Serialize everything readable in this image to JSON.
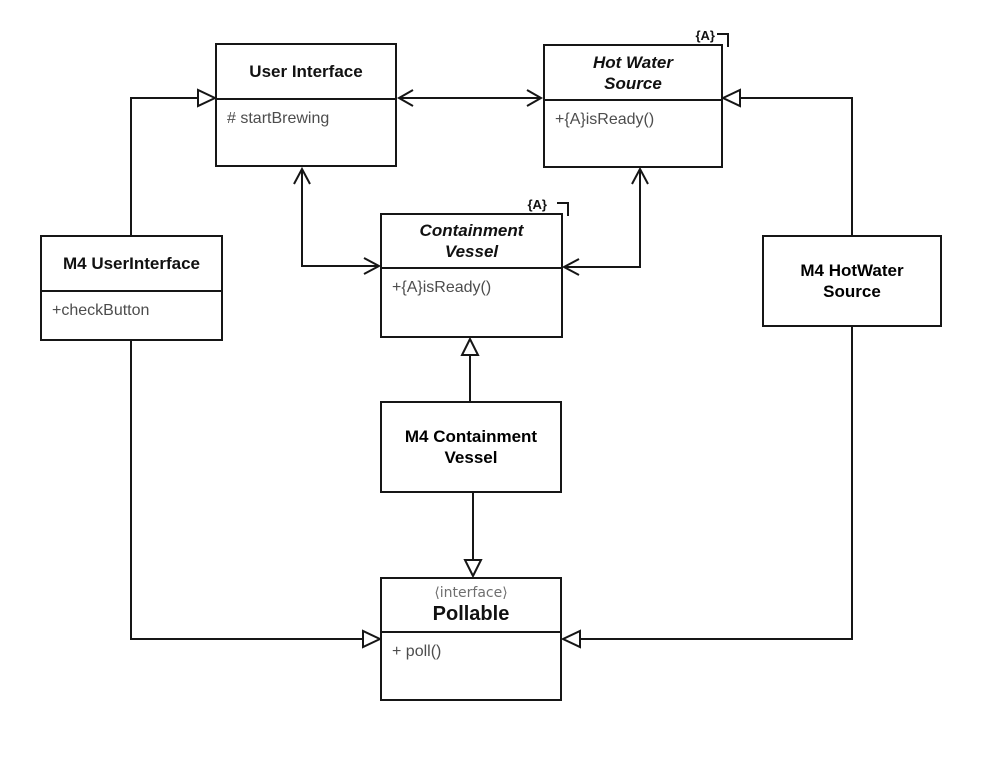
{
  "diagram": {
    "type": "uml-class-diagram",
    "background": "#ffffff",
    "colors": {
      "line": "#161616",
      "title_text": "#111111",
      "member_text": "#4d4d4d",
      "stereotype_text": "#6f6f6f"
    }
  },
  "nodes": {
    "user_interface": {
      "title_lines": [
        "User Interface"
      ],
      "members": [
        "# startBrewing"
      ]
    },
    "hot_water_source": {
      "title_lines": [
        "Hot Water",
        "Source"
      ],
      "abstract_tag": "{A}",
      "members": [
        "+{A}isReady()"
      ]
    },
    "containment_vessel": {
      "title_lines": [
        "Containment",
        "Vessel"
      ],
      "abstract_tag": "{A}",
      "members": [
        "+{A}isReady()"
      ]
    },
    "m4_user_interface": {
      "title_lines": [
        "M4 UserInterface"
      ],
      "members": [
        "+checkButton"
      ]
    },
    "m4_hotwater_source": {
      "title_lines": [
        "M4 HotWater",
        "Source"
      ]
    },
    "m4_containment_vessel": {
      "title_lines": [
        "M4 Containment",
        "Vessel"
      ]
    },
    "pollable": {
      "stereotype": "⟨interface⟩",
      "title_lines": [
        "Pollable"
      ],
      "members": [
        "+ poll()"
      ]
    }
  },
  "edges": [
    {
      "from": "m4_user_interface",
      "to": "user_interface",
      "type": "generalization"
    },
    {
      "from": "m4_user_interface",
      "to": "pollable",
      "type": "generalization"
    },
    {
      "from": "m4_hotwater_source",
      "to": "hot_water_source",
      "type": "generalization"
    },
    {
      "from": "m4_hotwater_source",
      "to": "pollable",
      "type": "generalization"
    },
    {
      "from": "m4_containment_vessel",
      "to": "containment_vessel",
      "type": "generalization"
    },
    {
      "from": "m4_containment_vessel",
      "to": "pollable",
      "type": "generalization"
    },
    {
      "from": "user_interface",
      "to": "hot_water_source",
      "type": "bidirectional-association"
    },
    {
      "from": "user_interface",
      "to": "containment_vessel",
      "type": "bidirectional-association"
    },
    {
      "from": "hot_water_source",
      "to": "containment_vessel",
      "type": "bidirectional-association"
    }
  ]
}
